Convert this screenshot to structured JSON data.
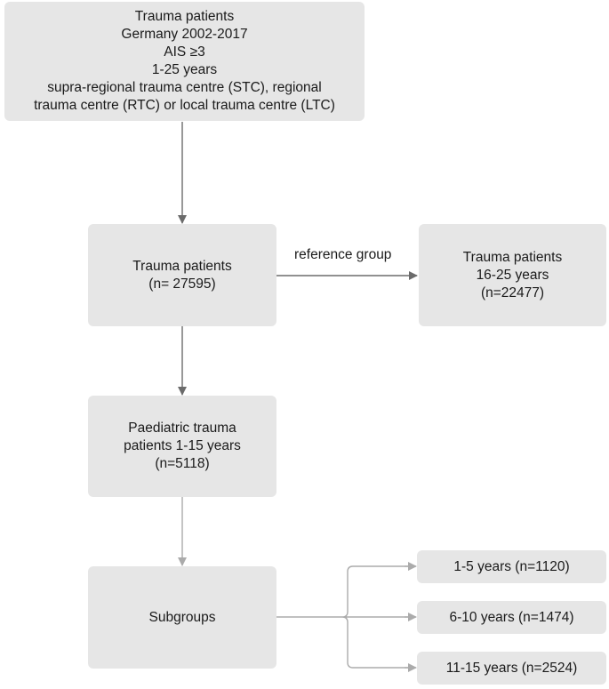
{
  "nodes": {
    "inclusion": {
      "lines": [
        "Trauma patients",
        "Germany 2002-2017",
        "AIS ≥3",
        "1-25 years",
        "supra-regional trauma centre (STC), regional",
        "trauma centre (RTC) or local trauma centre (LTC)"
      ]
    },
    "all_patients": {
      "lines": [
        "Trauma patients",
        "(n= 27595)"
      ]
    },
    "reference": {
      "lines": [
        "Trauma patients",
        "16-25 years",
        "(n=22477)"
      ]
    },
    "paediatric": {
      "lines": [
        "Paediatric trauma",
        "patients 1-15 years",
        "(n=5118)"
      ]
    },
    "subgroups": {
      "lines": [
        "Subgroups"
      ]
    },
    "sub_1_5": {
      "lines": [
        "1-5 years (n=1120)"
      ]
    },
    "sub_6_10": {
      "lines": [
        "6-10 years (n=1474)"
      ]
    },
    "sub_11_15": {
      "lines": [
        "11-15 years (n=2524)"
      ]
    }
  },
  "edge_labels": {
    "reference_group": "reference group"
  },
  "colors": {
    "box_fill": "#e6e6e6",
    "arrow_dark": "#6b6b6b",
    "arrow_light": "#ababab",
    "text": "#1a1a1a"
  }
}
